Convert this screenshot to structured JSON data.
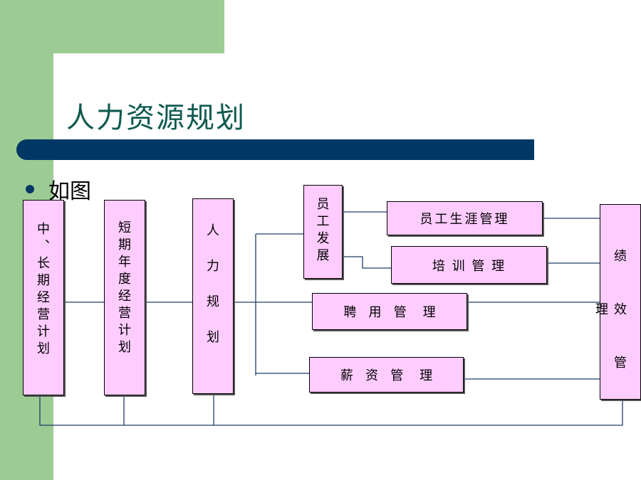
{
  "slide": {
    "title": "人力资源规划",
    "bullet": "如图"
  },
  "diagram": {
    "long_term_plan": "中、长期经营计划",
    "short_term_plan": "短期年度经营计划",
    "hr_planning": "人力规划",
    "employee_development": "员工发展",
    "career_management": "员工生涯管理",
    "training_management": "培 训 管 理",
    "recruitment_management": "聘   用   管    理",
    "compensation_management": "薪   资   管    理",
    "performance_management": "绩 效 管 理"
  },
  "colors": {
    "box_fill": "#ffccff",
    "title_color": "#0f5a4f",
    "bar_color": "#003865",
    "side_green": "#9ccc93"
  }
}
